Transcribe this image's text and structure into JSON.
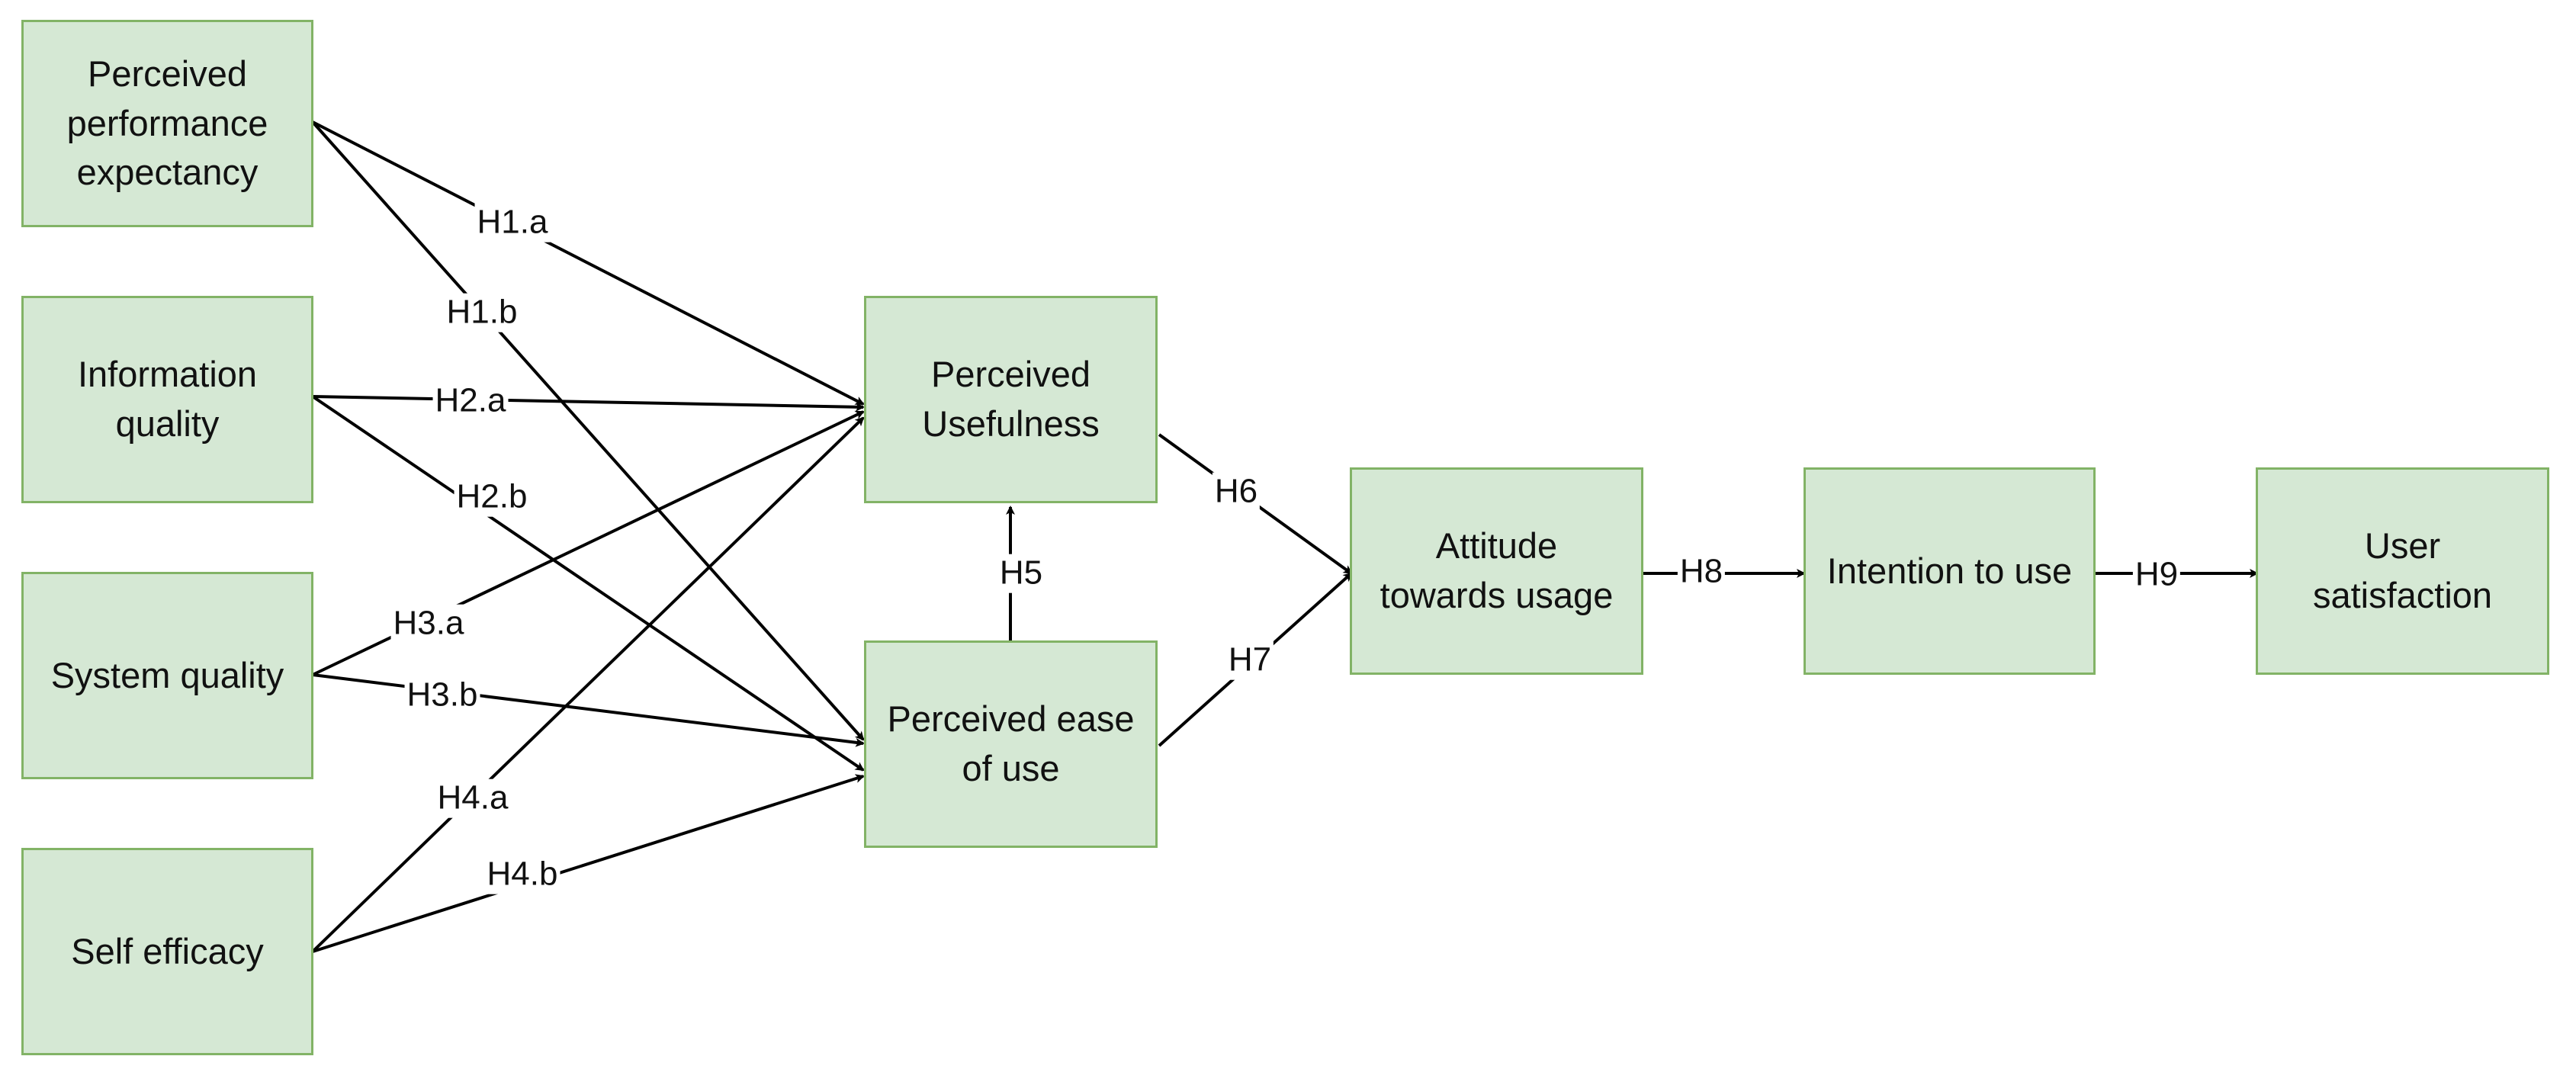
{
  "diagram": {
    "nodes": {
      "ppe": "Perceived\nperformance\nexpectancy",
      "iq": "Information\nquality",
      "sq": "System quality",
      "se": "Self efficacy",
      "pu": "Perceived\nUsefulness",
      "peou": "Perceived ease\nof use",
      "att": "Attitude\ntowards usage",
      "itu": "Intention to use",
      "us": "User\nsatisfaction"
    },
    "edges": {
      "h1a": "H1.a",
      "h1b": "H1.b",
      "h2a": "H2.a",
      "h2b": "H2.b",
      "h3a": "H3.a",
      "h3b": "H3.b",
      "h4a": "H4.a",
      "h4b": "H4.b",
      "h5": "H5",
      "h6": "H6",
      "h7": "H7",
      "h8": "H8",
      "h9": "H9"
    },
    "colors": {
      "node_fill": "#d5e8d4",
      "node_border": "#82b366",
      "edge": "#000000"
    }
  }
}
